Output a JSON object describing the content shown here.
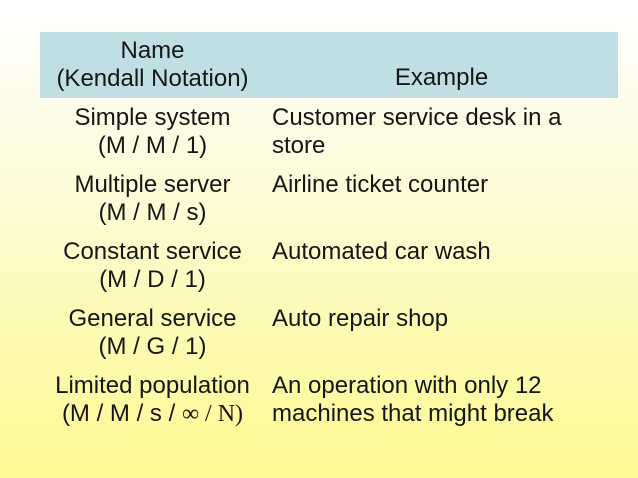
{
  "slide": {
    "background_top": "#ffffff",
    "background_bottom": "#fdf995",
    "text_color": "#161616"
  },
  "table": {
    "header": {
      "background": "#bfdfe5",
      "name_col": "Name\n(Kendall Notation)",
      "example_col": "Example"
    },
    "rows": [
      {
        "name": "Simple system",
        "notation": "(M / M / 1)",
        "example": "Customer service desk in a store"
      },
      {
        "name": "Multiple server",
        "notation": "(M / M / s)",
        "example": "Airline ticket counter"
      },
      {
        "name": "Constant service",
        "notation": "(M / D / 1)",
        "example": "Automated car wash"
      },
      {
        "name": "General service",
        "notation": "(M / G / 1)",
        "example": "Auto repair shop"
      },
      {
        "name": "Limited population",
        "notation": "(M / M / s / ",
        "notation_serif": "∞ / N)",
        "example": "An operation with only 12 machines that might break"
      }
    ]
  }
}
